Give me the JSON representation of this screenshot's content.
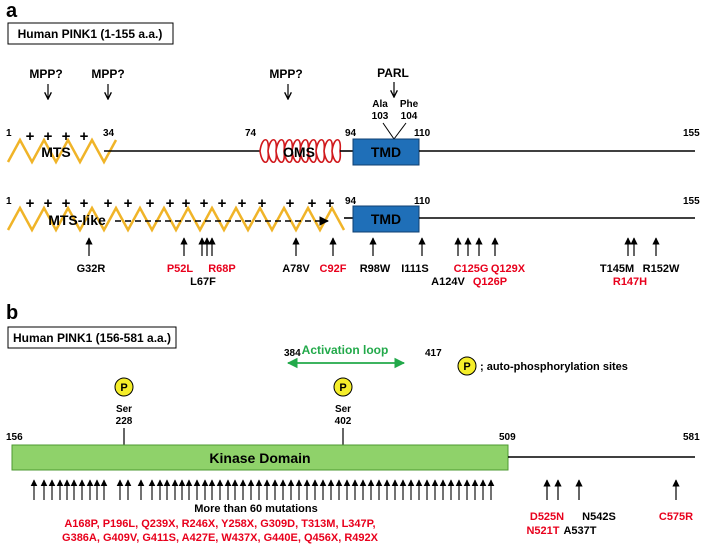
{
  "panel_a": {
    "letter": "a",
    "title": "Human PINK1 (1-155 a.a.)",
    "mpp": "MPP?",
    "parl": "PARL",
    "ala": "Ala",
    "ala_pos": "103",
    "phe": "Phe",
    "phe_pos": "104",
    "row1": {
      "n1": "1",
      "n34": "34",
      "n74": "74",
      "n94": "94",
      "n110": "110",
      "n155": "155",
      "mts": "MTS",
      "oms": "OMS",
      "tmd": "TMD"
    },
    "row2": {
      "n1": "1",
      "n94": "94",
      "n110": "110",
      "n155": "155",
      "mts_like": "MTS-like",
      "tmd": "TMD"
    },
    "mutations": {
      "G32R": "G32R",
      "P52L": "P52L",
      "L67F": "L67F",
      "R68P": "R68P",
      "A78V": "A78V",
      "C92F": "C92F",
      "R98W": "R98W",
      "I111S": "I111S",
      "A124V": "A124V",
      "C125G": "C125G",
      "Q129X": "Q129X",
      "Q126P": "Q126P",
      "T145M": "T145M",
      "R152W": "R152W",
      "R147H": "R147H"
    }
  },
  "panel_b": {
    "letter": "b",
    "title": "Human PINK1 (156-581 a.a.)",
    "activation_loop": "Activation loop",
    "n384": "384",
    "n417": "417",
    "p_symbol": "P",
    "legend_text": "; auto-phosphorylation sites",
    "ser": "Ser",
    "ser228": "228",
    "ser402": "402",
    "n156": "156",
    "n509": "509",
    "n581": "581",
    "kinase": "Kinase Domain",
    "many_mutations": "More than 60 mutations",
    "mut_line1": "A168P, P196L, Q239X, R246X, Y258X, G309D, T313M, L347P,",
    "mut_line2": "G386A, G409V, G411S, A427E, W437X, G440E, Q456X, R492X",
    "D525N": "D525N",
    "N521T": "N521T",
    "N542S": "N542S",
    "A537T": "A537T",
    "C575R": "C575R"
  },
  "colors": {
    "red": "#e8001c",
    "green_loop": "#22a94a",
    "tmd_blue": "#1f6fb8",
    "kinase_green": "#8fd26a",
    "helix_red": "#d0181c",
    "zigzag_yellow": "#f0b428",
    "p_yellow": "#f5ee2a"
  }
}
